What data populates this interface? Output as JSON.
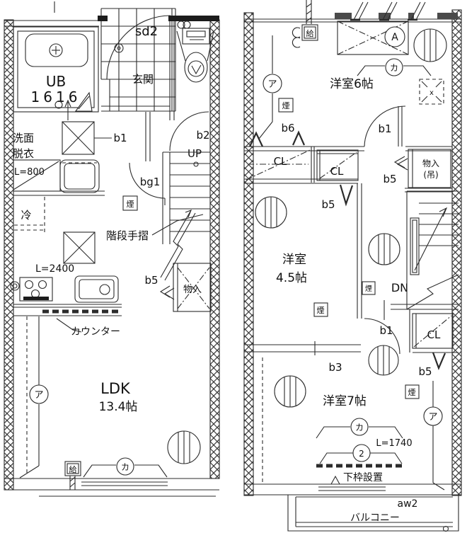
{
  "drawing": {
    "floor1": {
      "ub_label": "UB",
      "ub_size": "1616",
      "sd2": "sd2",
      "entrance": "玄関",
      "washroom1": "洗面",
      "washroom2": "脱衣",
      "l800": "L=800",
      "b1": "b1",
      "b2": "b2",
      "up": "UP",
      "bg1": "bg1",
      "smoke": "煙",
      "fridge": "冷",
      "stair_handrail": "階段手摺",
      "l2400": "L=2400",
      "b5": "b5",
      "storage": "物入",
      "counter": "カウンター",
      "ldk": "LDK",
      "ldk_size": "13.4帖",
      "sym_a": "ア",
      "sym_ka": "カ",
      "supply": "給"
    },
    "floor2": {
      "supply": "給",
      "sym_A": "A",
      "room6": "洋室6帖",
      "sym_a_top": "ア",
      "sym_ka_top": "カ",
      "smoke_top": "煙",
      "attic_x": "x",
      "b6": "b6",
      "b1_top": "b1",
      "cl_left": "CL",
      "cl_mid": "CL",
      "b5_mid": "b5",
      "b5_right": "b5",
      "storage1": "物入",
      "storage2": "(吊)",
      "room45a": "洋室",
      "room45b": "4.5帖",
      "smoke_wall": "煙",
      "smoke_room": "煙",
      "dn": "DN",
      "b1_mid": "b1",
      "cl_low": "CL",
      "b5_low": "b5",
      "smoke_low": "煙",
      "b3": "b3",
      "room7": "洋室7帖",
      "sym_ka_low": "カ",
      "sym_2": "2",
      "l1740": "L=1740",
      "sym_a_low": "ア",
      "lower_frame": "下枠設置",
      "aw2": "aw2",
      "balcony": "バルコニー"
    }
  }
}
